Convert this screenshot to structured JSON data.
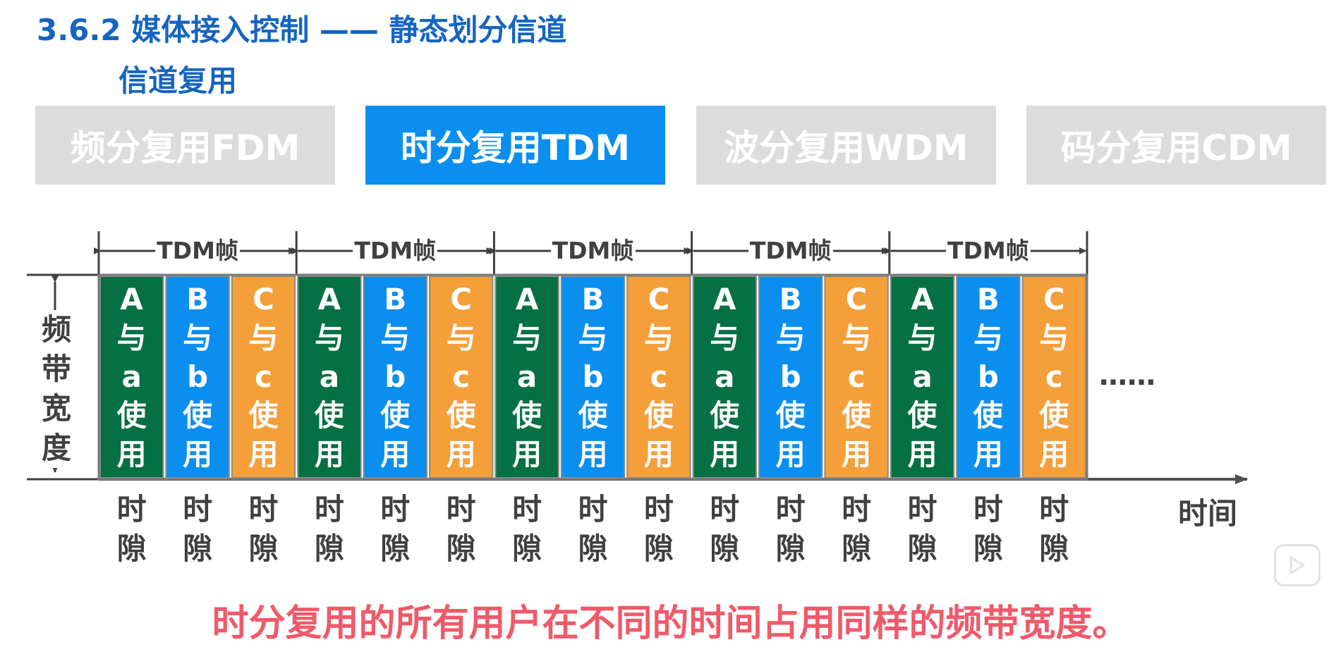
{
  "header": {
    "title": "3.6.2 媒体接入控制 —— 静态划分信道",
    "subtitle": "信道复用"
  },
  "tabs": [
    {
      "label": "频分复用FDM",
      "active": false
    },
    {
      "label": "时分复用TDM",
      "active": true
    },
    {
      "label": "波分复用WDM",
      "active": false
    },
    {
      "label": "码分复用CDM",
      "active": false
    }
  ],
  "diagram": {
    "frame_label": "TDM帧",
    "frames": [
      {
        "slots": [
          {
            "user": "A",
            "join": "与",
            "sub": "a",
            "use1": "使",
            "use2": "用",
            "color": "#057043"
          },
          {
            "user": "B",
            "join": "与",
            "sub": "b",
            "use1": "使",
            "use2": "用",
            "color": "#0a8ff0"
          },
          {
            "user": "C",
            "join": "与",
            "sub": "c",
            "use1": "使",
            "use2": "用",
            "color": "#f59f3a"
          }
        ]
      },
      {
        "slots": [
          {
            "user": "A",
            "join": "与",
            "sub": "a",
            "use1": "使",
            "use2": "用",
            "color": "#057043"
          },
          {
            "user": "B",
            "join": "与",
            "sub": "b",
            "use1": "使",
            "use2": "用",
            "color": "#0a8ff0"
          },
          {
            "user": "C",
            "join": "与",
            "sub": "c",
            "use1": "使",
            "use2": "用",
            "color": "#f59f3a"
          }
        ]
      },
      {
        "slots": [
          {
            "user": "A",
            "join": "与",
            "sub": "a",
            "use1": "使",
            "use2": "用",
            "color": "#057043"
          },
          {
            "user": "B",
            "join": "与",
            "sub": "b",
            "use1": "使",
            "use2": "用",
            "color": "#0a8ff0"
          },
          {
            "user": "C",
            "join": "与",
            "sub": "c",
            "use1": "使",
            "use2": "用",
            "color": "#f59f3a"
          }
        ]
      },
      {
        "slots": [
          {
            "user": "A",
            "join": "与",
            "sub": "a",
            "use1": "使",
            "use2": "用",
            "color": "#057043"
          },
          {
            "user": "B",
            "join": "与",
            "sub": "b",
            "use1": "使",
            "use2": "用",
            "color": "#0a8ff0"
          },
          {
            "user": "C",
            "join": "与",
            "sub": "c",
            "use1": "使",
            "use2": "用",
            "color": "#f59f3a"
          }
        ]
      },
      {
        "slots": [
          {
            "user": "A",
            "join": "与",
            "sub": "a",
            "use1": "使",
            "use2": "用",
            "color": "#057043"
          },
          {
            "user": "B",
            "join": "与",
            "sub": "b",
            "use1": "使",
            "use2": "用",
            "color": "#0a8ff0"
          },
          {
            "user": "C",
            "join": "与",
            "sub": "c",
            "use1": "使",
            "use2": "用",
            "color": "#f59f3a"
          }
        ]
      }
    ],
    "time_slot_label": [
      "时",
      "隙"
    ],
    "y_axis_label": [
      "频",
      "带",
      "宽",
      "度"
    ],
    "x_axis_label": "时间",
    "ellipsis": "……"
  },
  "caption": "时分复用的所有用户在不同的时间占用同样的频带宽度。",
  "icons": {
    "play": "play-icon"
  }
}
